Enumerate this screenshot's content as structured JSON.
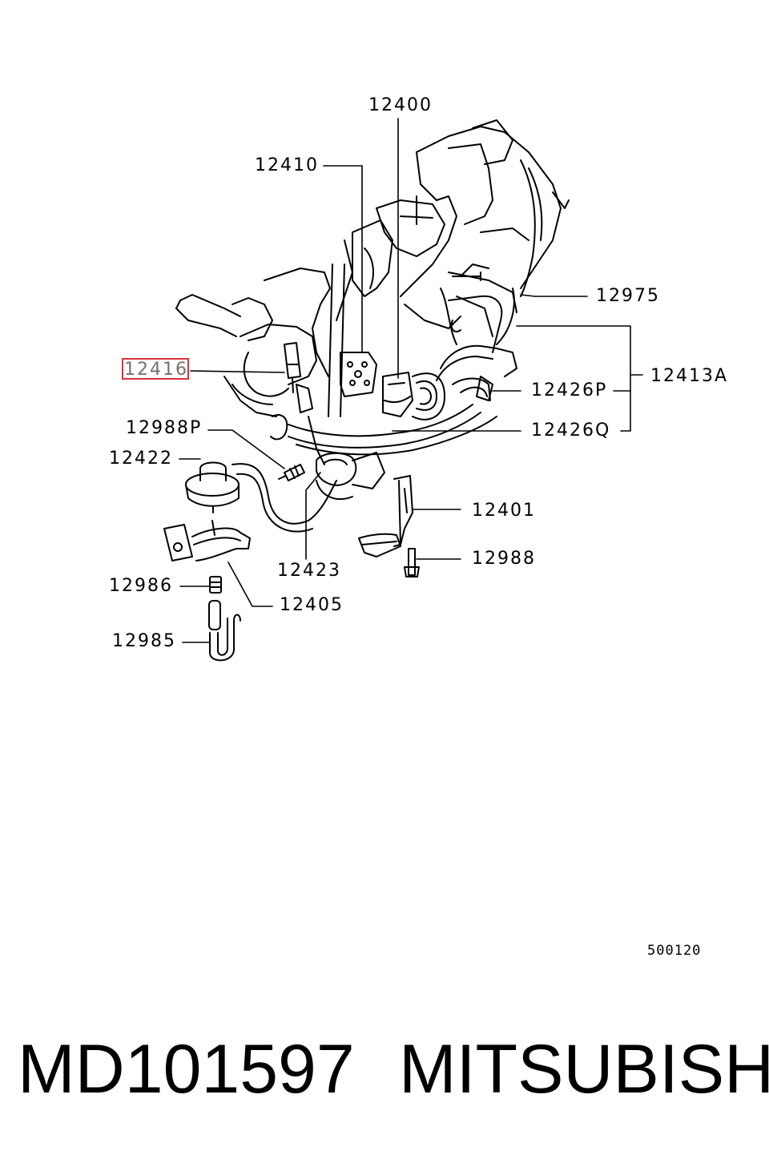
{
  "callouts": {
    "c12400": "12400",
    "c12410": "12410",
    "c12975": "12975",
    "c12416": "12416",
    "c12413A": "12413A",
    "c12426P": "12426P",
    "c12988P": "12988P",
    "c12426Q": "12426Q",
    "c12422": "12422",
    "c12401": "12401",
    "c12988": "12988",
    "c12423": "12423",
    "c12986": "12986",
    "c12405": "12405",
    "c12985": "12985"
  },
  "diagram_code": "500120",
  "footer": {
    "part_number": "MD101597",
    "brand": "MITSUBISHI"
  },
  "colors": {
    "highlight": "#d9333f",
    "ink": "#000000"
  }
}
